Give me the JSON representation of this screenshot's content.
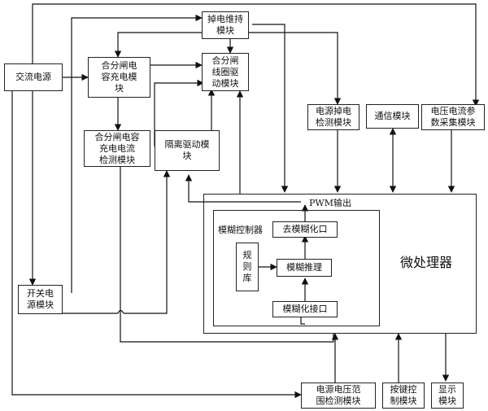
{
  "blocks": {
    "ac_power": "交流电源",
    "switch_power": "开关电\n源模块",
    "close_cap_charge": "合分闸电\n容充电模\n块",
    "power_hold": "掉电维持\n模块",
    "coil_drive": "合分闸\n线圈驱\n动模块",
    "power_fail_detect": "电源掉电\n检测模块",
    "comm": "通信模块",
    "va_acq": "电压电流参\n数采集模块",
    "cap_current_detect": "合分闸电容\n充电电流\n检测模块",
    "isolation_drive": "隔离驱动模\n块",
    "voltage_range_detect": "电源电压范\n围检测模块",
    "key_ctrl": "按键控\n制模块",
    "display": "显示\n模块",
    "micro": "微处理器",
    "pwm": "PWM输出",
    "fuzzy_ctrl": "模糊控制器",
    "defuzz": "去模糊化口",
    "fuzzy_reason": "模糊推理",
    "fuzzify": "模糊化接口",
    "rule_base": "规\n则\n库"
  }
}
